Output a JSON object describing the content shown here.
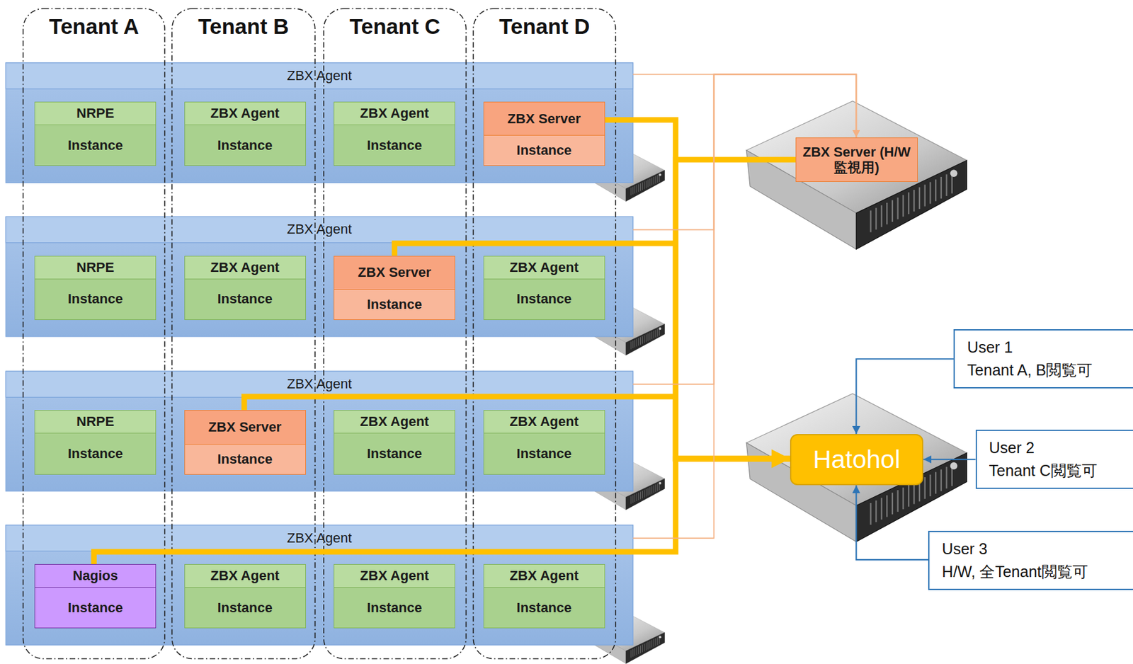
{
  "diagram": {
    "nodes": [
      {
        "text": [
          "Tenant A"
        ]
      },
      {
        "text": [
          "Tenant B"
        ]
      },
      {
        "text": [
          "Tenant C"
        ]
      },
      {
        "text": [
          "Tenant D"
        ]
      },
      {
        "text": [
          "ZBX Agent"
        ]
      },
      {
        "text": [
          "NRPE",
          "Instance"
        ],
        "in": 4
      },
      {
        "text": [
          "ZBX Agent",
          "Instance"
        ],
        "in": 4
      },
      {
        "text": [
          "ZBX Agent",
          "Instance"
        ],
        "in": 4
      },
      {
        "text": [
          "ZBX Server",
          "Instance"
        ],
        "in": 4
      },
      {
        "text": [
          "ZBX Agent"
        ]
      },
      {
        "text": [
          "NRPE",
          "Instance"
        ],
        "in": 9
      },
      {
        "text": [
          "ZBX Agent",
          "Instance"
        ],
        "in": 9
      },
      {
        "text": [
          "ZBX Server",
          "Instance"
        ],
        "in": 9
      },
      {
        "text": [
          "ZBX Agent",
          "Instance"
        ],
        "in": 9
      },
      {
        "text": [
          "ZBX Agent"
        ]
      },
      {
        "text": [
          "NRPE",
          "Instance"
        ],
        "in": 14
      },
      {
        "text": [
          "ZBX Server",
          "Instance"
        ],
        "in": 14
      },
      {
        "text": [
          "ZBX Agent",
          "Instance"
        ],
        "in": 14
      },
      {
        "text": [
          "ZBX Agent",
          "Instance"
        ],
        "in": 14
      },
      {
        "text": [
          "ZBX Agent"
        ]
      },
      {
        "text": [
          "Nagios",
          "Instance"
        ],
        "in": 19
      },
      {
        "text": [
          "ZBX Agent",
          "Instance"
        ],
        "in": 19
      },
      {
        "text": [
          "ZBX Agent",
          "Instance"
        ],
        "in": 19
      },
      {
        "text": [
          "ZBX Agent",
          "Instance"
        ],
        "in": 19
      },
      {
        "text": [
          "ZBX Server (H/W監視用)"
        ]
      },
      {
        "text": [
          "Hatohol"
        ]
      },
      {
        "text": [
          "User 1",
          "Tenant A, B閲覧可"
        ]
      },
      {
        "text": [
          "User 2",
          "Tenant C閲覧可"
        ]
      },
      {
        "text": [
          "User 3",
          "H/W, 全Tenant閲覧可"
        ]
      }
    ],
    "edges": [
      {
        "from": 8,
        "to": 25,
        "arrow": "to"
      },
      {
        "from": 12,
        "to": 25,
        "arrow": "to"
      },
      {
        "from": 16,
        "to": 25,
        "arrow": "to"
      },
      {
        "from": 20,
        "to": 25,
        "arrow": "to"
      },
      {
        "from": 24,
        "to": 25,
        "arrow": "to"
      },
      {
        "from": 4,
        "to": 24,
        "arrow": "to"
      },
      {
        "from": 9,
        "to": 24,
        "arrow": "to"
      },
      {
        "from": 14,
        "to": 24,
        "arrow": "to"
      },
      {
        "from": 19,
        "to": 24,
        "arrow": "to"
      },
      {
        "from": 26,
        "to": 25,
        "arrow": "to"
      },
      {
        "from": 27,
        "to": 25,
        "arrow": "to"
      },
      {
        "from": 28,
        "to": 25,
        "arrow": "to"
      }
    ]
  }
}
